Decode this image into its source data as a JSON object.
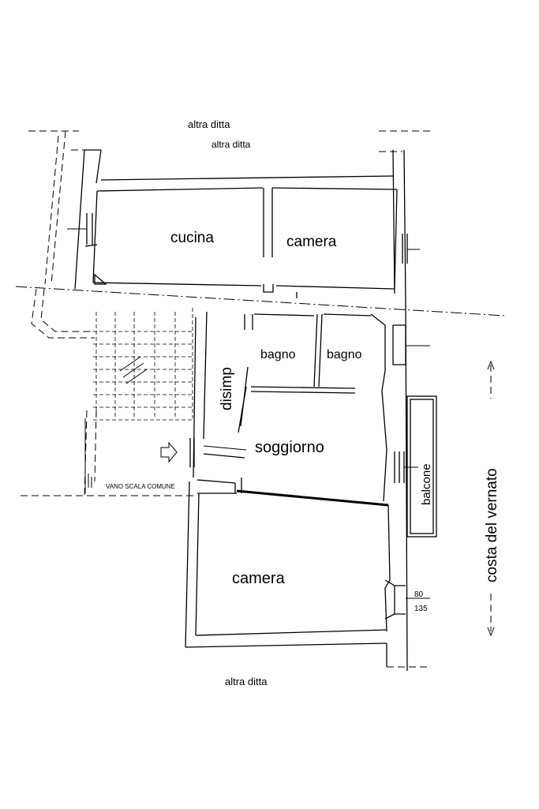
{
  "labels": {
    "neighbor_top_1": "altra ditta",
    "neighbor_top_2": "altra ditta",
    "neighbor_bottom": "altra ditta",
    "kitchen": "cucina",
    "bedroom_top": "camera",
    "bathroom_1": "bagno",
    "bathroom_2": "bagno",
    "hallway": "disimp",
    "living_room": "soggiorno",
    "bedroom_bottom": "camera",
    "balcony": "balcone",
    "stairwell": "VANO SCALA COMUNE",
    "street": "costa del vernato"
  },
  "window_dimensions": {
    "width": "80",
    "height": "135"
  },
  "icons": {
    "entrance": "entrance-arrow-icon",
    "street_direction": "double-arrow-icon"
  }
}
